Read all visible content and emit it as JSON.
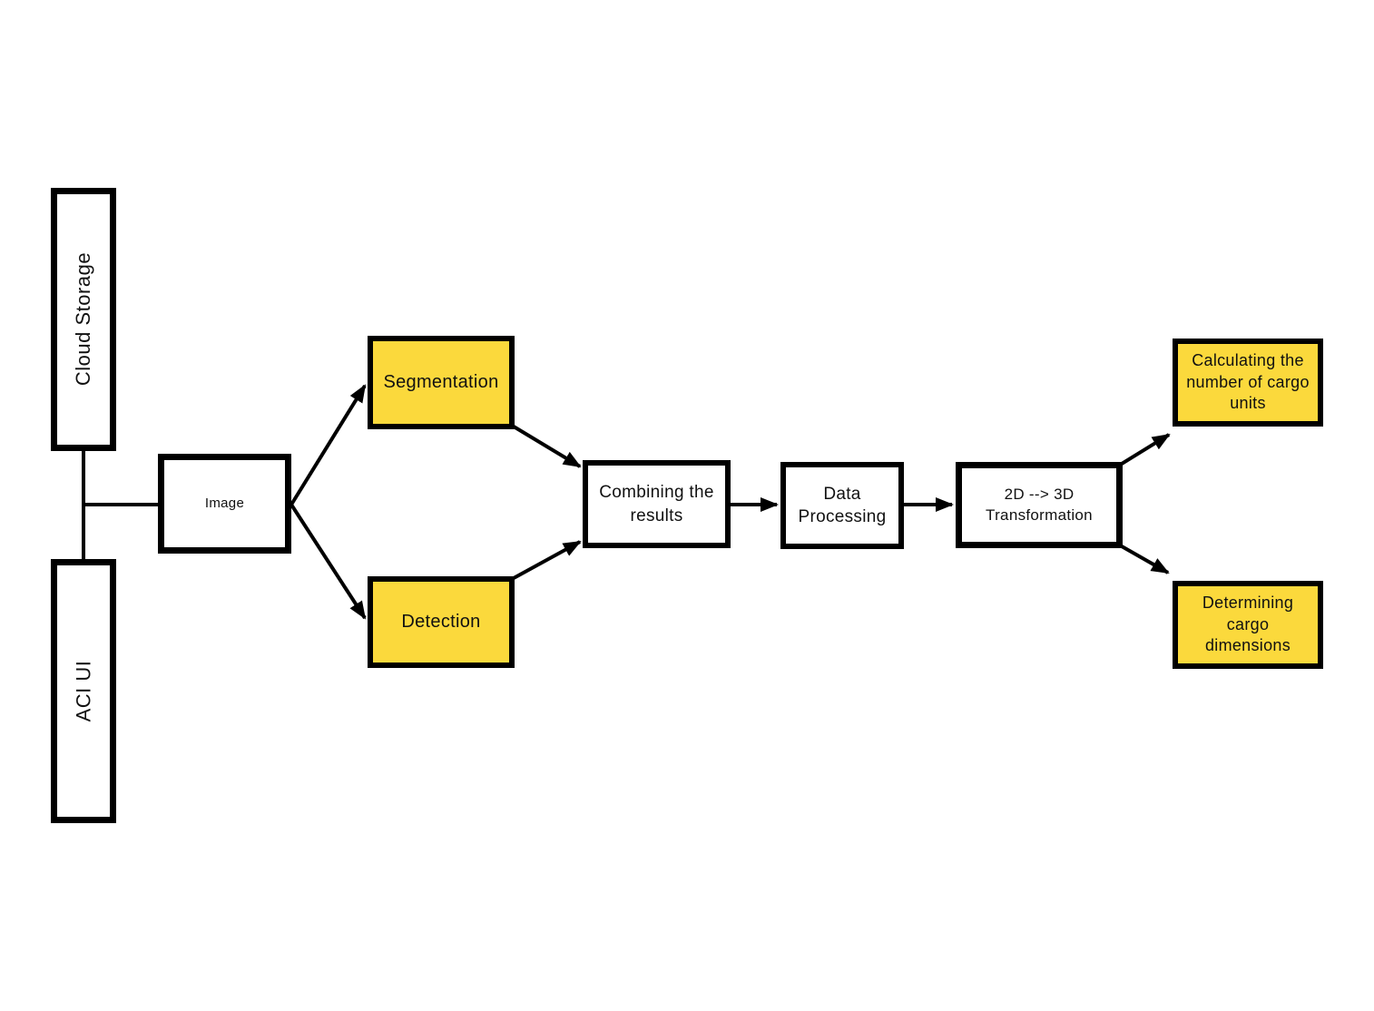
{
  "colors": {
    "yellow": "#FBD93C",
    "line": "#000000",
    "text": "#111111",
    "background": "#FFFFFF"
  },
  "nodes": {
    "cloud_storage": {
      "label": "Cloud Storage"
    },
    "aci_ui": {
      "label": "ACI UI"
    },
    "image": {
      "label": "Image"
    },
    "segmentation": {
      "label": "Segmentation"
    },
    "detection": {
      "label": "Detection"
    },
    "combining": {
      "label": "Combining the results"
    },
    "data_processing": {
      "label": "Data Processing"
    },
    "transformation": {
      "label_line1": "2D --> 3D",
      "label_line2": "Transformation"
    },
    "calculating": {
      "label": "Calculating the number of cargo units"
    },
    "determining": {
      "label": "Determining cargo dimensions"
    }
  }
}
